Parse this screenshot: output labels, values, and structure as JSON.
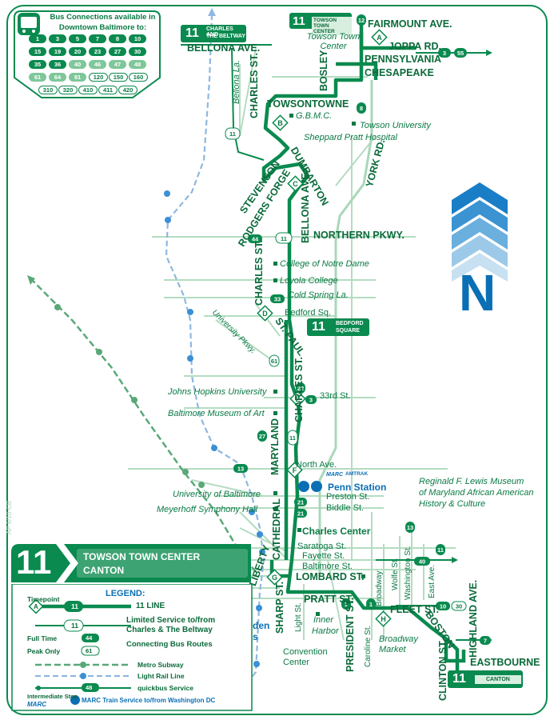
{
  "route": {
    "number": "11",
    "name_line1": "TOWSON TOWN CENTER",
    "name_line2": "CANTON"
  },
  "bus_connections": {
    "title_line1": "Bus Connections available in",
    "title_line2": "Downtown Baltimore to:",
    "full_time": [
      "1",
      "3",
      "5",
      "7",
      "8",
      "10",
      "15",
      "19",
      "20",
      "23",
      "27",
      "30",
      "35",
      "36"
    ],
    "limited": [
      "40",
      "46",
      "47",
      "48",
      "61",
      "64",
      "91",
      "120",
      "150",
      "160",
      "310",
      "320",
      "410",
      "411",
      "420"
    ]
  },
  "terminal_signs": {
    "north_left_num": "11",
    "north_left_text1": "CHARLES AND",
    "north_left_text2": "THE BELTWAY",
    "north_top_num": "11",
    "north_top_text": "TOWSON TOWN CENTER",
    "bedford_num": "11",
    "bedford_text1": "BEDFORD",
    "bedford_text2": "SQUARE",
    "canton_num": "11",
    "canton_text": "CANTON"
  },
  "streets": {
    "bellona_ave_top": "BELLONA AVE.",
    "fairmount": "FAIRMOUNT AVE.",
    "joppa": "JOPPA RD.",
    "pennsylvania": "PENNSYLVANIA",
    "chesapeake": "CHESAPEAKE",
    "bosley": "BOSLEY",
    "towsontowne": "TOWSONTOWNE",
    "charles_st_1": "CHARLES ST.",
    "bellona_la": "Bellona La.",
    "york_rd": "YORK RD.",
    "dumbarton": "DUMBARTON",
    "stevenson": "STEVENSON",
    "rodgers_forge": "RODGERS FORGE",
    "bellona_ave_2": "BELLONA AVE.",
    "northern_pkwy": "NORTHERN PKWY.",
    "charles_st_2": "CHARLES ST.",
    "cold_spring": "Cold Spring La.",
    "bedford_sq": "Bedford Sq.",
    "st_paul": "ST. PAUL",
    "university_pkwy": "University Pkwy.",
    "33rd": "33rd St.",
    "charles_st_3": "CHARLES ST.",
    "maryland": "MARYLAND",
    "north_ave": "North Ave.",
    "preston": "Preston St.",
    "biddle": "Biddle St.",
    "cathedral": "CATHEDRAL",
    "liberty": "LIBERTY",
    "saratoga": "Saratoga St.",
    "fayette": "Fayette St.",
    "baltimore_st": "Baltimore St.",
    "lombard": "LOMBARD ST.",
    "pratt": "PRATT ST.",
    "sharp": "SHARP ST.",
    "light": "Light St.",
    "president": "PRESIDENT ST.",
    "caroline": "Caroline St.",
    "broadway": "Broadway",
    "wolfe": "Wolfe St.",
    "washington": "Washington St.",
    "east_ave": "East Ave.",
    "fleet": "FLEET ST.",
    "boston": "BOSTON",
    "highland": "HIGHLAND AVE.",
    "clinton": "CLINTON ST.",
    "eastbourne": "EASTBOURNE"
  },
  "places": {
    "towson_town_center": "Towson Town Center",
    "gbmc": "G.B.M.C.",
    "towson_university": "Towson University",
    "sheppard_pratt": "Sheppard Pratt Hospital",
    "notre_dame": "College of Notre Dame",
    "loyola": "Loyola College",
    "jhu": "Johns Hopkins University",
    "bma": "Baltimore Museum of Art",
    "ubalt": "University of Baltimore",
    "meyerhoff": "Meyerhoff Symphony Hall",
    "penn_station": "Penn Station",
    "charles_center": "Charles Center",
    "inner_harbor_1": "Inner",
    "inner_harbor_2": "Harbor",
    "convention_1": "Convention",
    "convention_2": "Center",
    "broadway_market_1": "Broadway",
    "broadway_market_2": "Market",
    "camden_1": "Camden",
    "camden_2": "Yards",
    "lewis_1": "Reginald F. Lewis Museum",
    "lewis_2": "of Maryland African American",
    "lewis_3": "History & Culture",
    "amtrak": "AMTRAK",
    "marc": "MARC"
  },
  "timepoints": [
    "A",
    "B",
    "C",
    "D",
    "E",
    "F",
    "G",
    "H"
  ],
  "connecting_routes": [
    "12",
    "8",
    "3",
    "55",
    "44",
    "11",
    "33",
    "61",
    "22",
    "3",
    "27",
    "13",
    "21",
    "21",
    "11",
    "13",
    "40",
    "10",
    "30",
    "7",
    "1",
    "1",
    "11",
    "11"
  ],
  "compass": "N",
  "print_code": "AP 6/10-CB",
  "legend": {
    "title": "LEGEND:",
    "timepoint": "Timepoint",
    "timepoint_letter": "A",
    "line_label": "11 LINE",
    "limited_1": "Limited Service to/from",
    "limited_2": "Charles & The Beltway",
    "full_time": "Full Time",
    "full_time_num": "44",
    "peak_only": "Peak Only",
    "peak_only_num": "61",
    "connecting": "Connecting Bus Routes",
    "metro": "Metro Subway",
    "light_rail": "Light Rail Line",
    "quickbus": "quickbus Service",
    "quickbus_num": "48",
    "intermediate": "Intermediate Stop",
    "marc": "MARC Train Service to/from Washington DC",
    "route_chip": "11"
  },
  "colors": {
    "route": "#0a8a4f",
    "streets": "#a9d7b8",
    "light_rail": "#8fb7e0",
    "metro": "#5aa878",
    "label": "#0a7a44",
    "blue": "#0a6fb5"
  }
}
